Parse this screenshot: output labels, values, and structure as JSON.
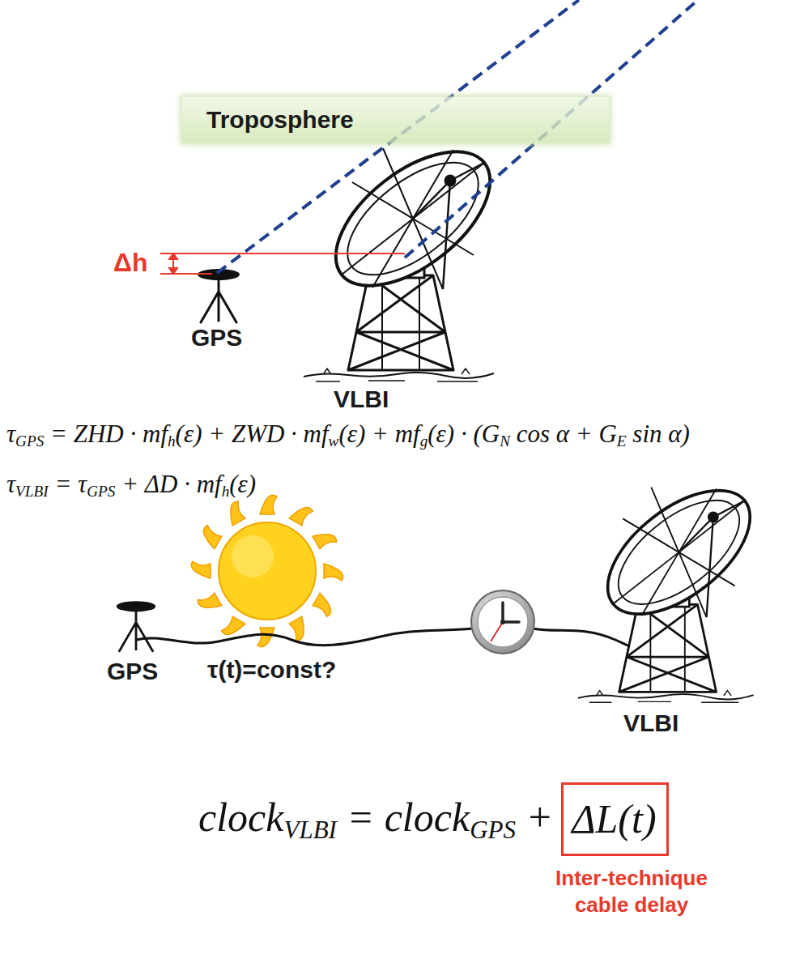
{
  "diagram": {
    "nodes": [
      {
        "text": [
          "Troposphere"
        ]
      },
      {
        "text": [
          "ΔL(t)"
        ]
      }
    ],
    "labels": [
      "Δh",
      "GPS",
      "VLBI",
      "τ",
      "GPS",
      " = ZHD · mf",
      "h",
      "(ε) + ZWD · mf",
      "w",
      "(ε) + mf",
      "g",
      "(ε) · (G",
      "N",
      " cos α + G",
      "E",
      " sin α)",
      "τ",
      "VLBI",
      " = τ",
      "GPS",
      " + ΔD · mf",
      "h",
      "(ε)",
      "GPS",
      "τ(t)=const?",
      "VLBI",
      "clock",
      "VLBI",
      " = clock",
      "GPS",
      " +",
      "Inter-technique cable delay"
    ]
  }
}
